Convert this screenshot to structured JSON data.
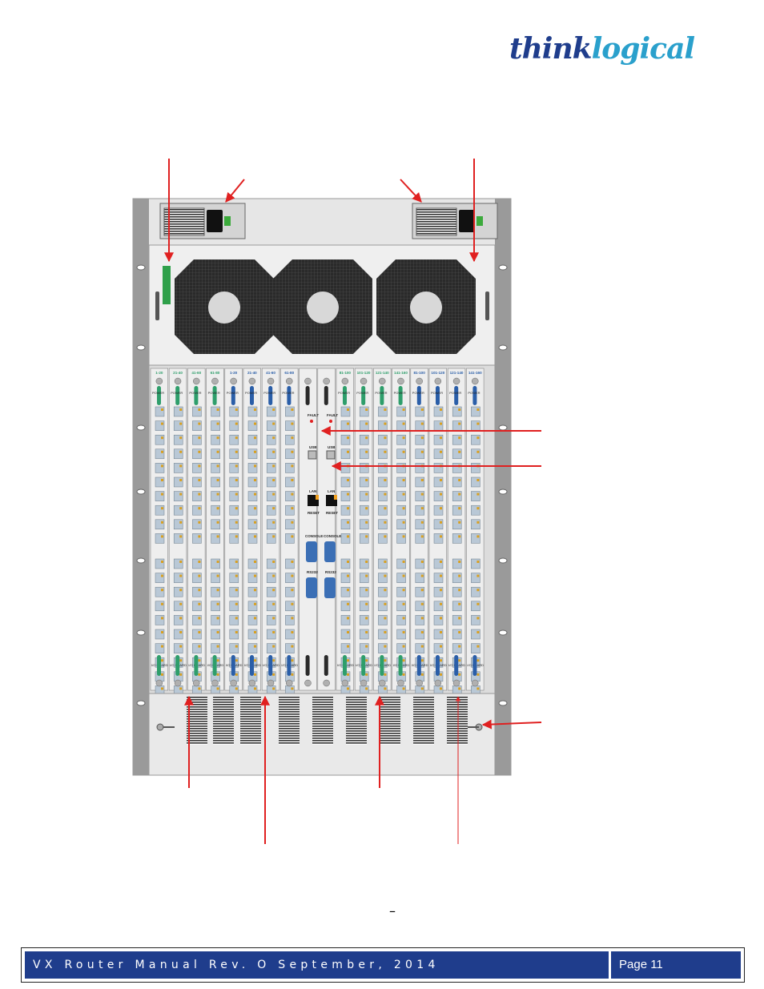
{
  "header": {
    "logo_part1": "think",
    "logo_part2": "logical"
  },
  "figure": {
    "caption_mark": "–",
    "slot_labels": [
      "1-20",
      "21-40",
      "41-60",
      "61-80",
      "1-20",
      "21-40",
      "41-60",
      "61-80",
      "",
      "",
      "81-100",
      "101-120",
      "121-140",
      "141-160",
      "81-100",
      "101-120",
      "121-140",
      "141-160"
    ],
    "controller": {
      "fault": "FAULT",
      "usb": "USB",
      "lan": "LAN",
      "reset": "RESET",
      "console": "CONSOLE",
      "rs232": "RS232"
    },
    "card_power_label": "POWER",
    "card_io_label": "I/O BOARD",
    "colors": {
      "red": "#e02020",
      "green_card": "#2e9e6b",
      "blue_card": "#2a5ea8",
      "black_card": "#2a2a2a",
      "chassis": "#e6e6e6",
      "rail": "#9a9a9a"
    }
  },
  "footer": {
    "text": "VX Router Manual   Rev. O   September, 2014",
    "page": "Page 11"
  }
}
